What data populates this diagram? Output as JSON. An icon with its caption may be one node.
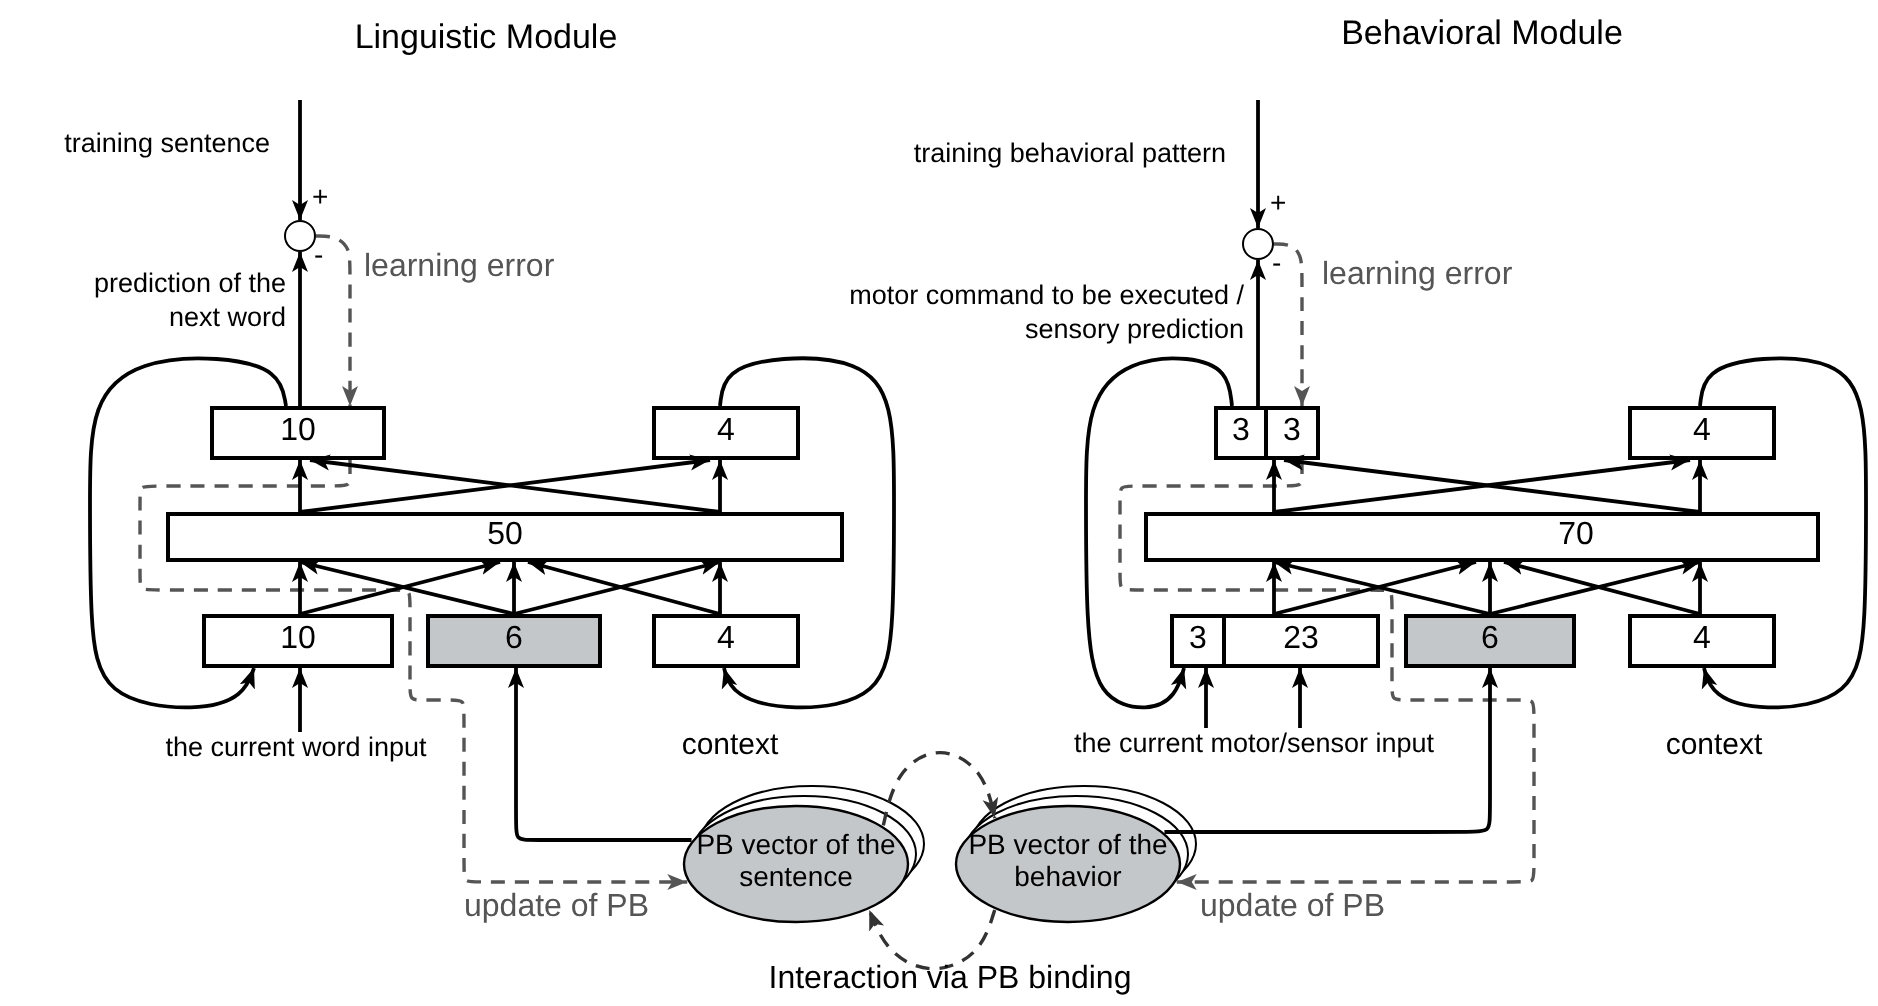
{
  "diagram": {
    "nodes": [
      {
        "text": [],
        "shape": "circle"
      },
      {
        "text": [
          "10"
        ]
      },
      {
        "text": [
          "4"
        ]
      },
      {
        "text": [
          "50"
        ]
      },
      {
        "text": [
          "10"
        ]
      },
      {
        "text": [
          "6"
        ]
      },
      {
        "text": [
          "4"
        ]
      },
      {
        "text": [
          "the current word input"
        ]
      },
      {
        "text": [],
        "shape": "circle"
      },
      {
        "text": [
          "3"
        ]
      },
      {
        "text": [
          "3"
        ]
      },
      {
        "text": [
          "4"
        ]
      },
      {
        "text": [
          "70"
        ]
      },
      {
        "text": [
          "3"
        ]
      },
      {
        "text": [
          "23"
        ]
      },
      {
        "text": [
          "6"
        ]
      },
      {
        "text": [
          "4"
        ]
      },
      {
        "text": [
          "the current motor/sensor input"
        ]
      },
      {
        "text": [
          "PB vector of the sentence"
        ]
      },
      {
        "text": [
          "PB vector of the behavior"
        ]
      }
    ],
    "edges": [
      {
        "from": null,
        "to": 0,
        "arrow": "to"
      },
      {
        "from": 1,
        "to": 0,
        "arrow": "to",
        "label": "prediction of the next word"
      },
      {
        "from": 0,
        "to": 1,
        "arrow": "to",
        "label": "learning error",
        "style": "dashed",
        "color": "#555555"
      },
      {
        "from": 1,
        "to": 18,
        "arrow": "to",
        "label": "update of PB",
        "style": "dashed",
        "color": "#555555"
      },
      {
        "from": 1,
        "to": 4,
        "arrow": "to"
      },
      {
        "from": 2,
        "to": 6,
        "arrow": "to"
      },
      {
        "from": 3,
        "to": 1,
        "arrow": "to"
      },
      {
        "from": 3,
        "to": 1,
        "arrow": "to"
      },
      {
        "from": 3,
        "to": 2,
        "arrow": "to"
      },
      {
        "from": 3,
        "to": 2,
        "arrow": "to"
      },
      {
        "from": 4,
        "to": 3,
        "arrow": "to"
      },
      {
        "from": 4,
        "to": 3,
        "arrow": "to"
      },
      {
        "from": 5,
        "to": 3,
        "arrow": "to"
      },
      {
        "from": 5,
        "to": 3,
        "arrow": "to"
      },
      {
        "from": 5,
        "to": 3,
        "arrow": "to"
      },
      {
        "from": 6,
        "to": 3,
        "arrow": "to"
      },
      {
        "from": 6,
        "to": 3,
        "arrow": "to"
      },
      {
        "from": 7,
        "to": 4,
        "arrow": "to"
      },
      {
        "from": 18,
        "to": 5,
        "arrow": "to"
      },
      {
        "from": null,
        "to": 8,
        "arrow": "to"
      },
      {
        "from": 9,
        "to": 8,
        "arrow": "to",
        "label": "motor command to be executed / sensory prediction"
      },
      {
        "from": 8,
        "to": 10,
        "arrow": "to",
        "label": "learning error",
        "style": "dashed",
        "color": "#555555"
      },
      {
        "from": 10,
        "to": 19,
        "arrow": "to",
        "label": "update of PB",
        "style": "dashed",
        "color": "#555555"
      },
      {
        "from": 9,
        "to": 13,
        "arrow": "to"
      },
      {
        "from": 11,
        "to": 16,
        "arrow": "to"
      },
      {
        "from": 12,
        "to": 10,
        "arrow": "to"
      },
      {
        "from": 12,
        "to": 10,
        "arrow": "to"
      },
      {
        "from": 12,
        "to": 11,
        "arrow": "to"
      },
      {
        "from": 12,
        "to": 11,
        "arrow": "to"
      },
      {
        "from": 14,
        "to": 12,
        "arrow": "to"
      },
      {
        "from": 14,
        "to": 12,
        "arrow": "to"
      },
      {
        "from": 15,
        "to": 12,
        "arrow": "to"
      },
      {
        "from": 15,
        "to": 12,
        "arrow": "to"
      },
      {
        "from": 15,
        "to": 12,
        "arrow": "to"
      },
      {
        "from": 16,
        "to": 12,
        "arrow": "to"
      },
      {
        "from": 16,
        "to": 12,
        "arrow": "to"
      },
      {
        "from": 17,
        "to": 13,
        "arrow": "to"
      },
      {
        "from": 17,
        "to": 14,
        "arrow": "to"
      },
      {
        "from": 19,
        "to": 15,
        "arrow": "to"
      },
      {
        "from": 18,
        "to": 19,
        "arrow": "to",
        "style": "dashed",
        "color": "#333333"
      },
      {
        "from": 19,
        "to": 18,
        "arrow": "to",
        "style": "dashed",
        "color": "#333333"
      }
    ],
    "labels": [
      "Linguistic Module",
      "Behavioral Module",
      "training sentence",
      "+",
      "-",
      "training behavioral pattern",
      "+",
      "-",
      "context",
      "context",
      "Interaction via PB binding"
    ]
  }
}
